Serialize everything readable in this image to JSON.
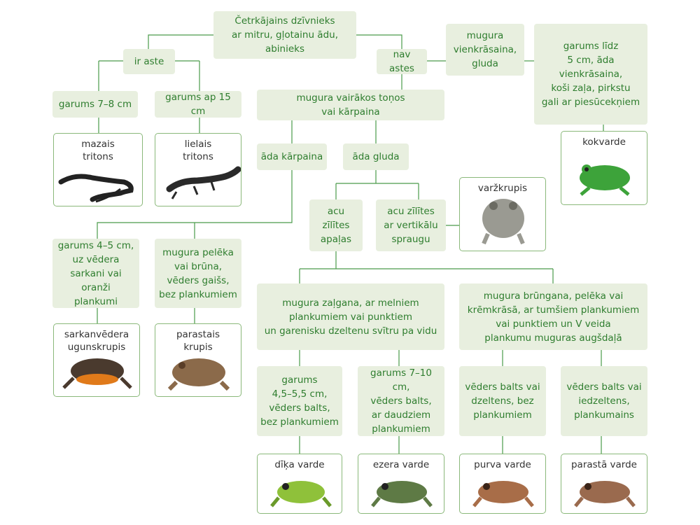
{
  "root": "Četrkājains dzīvnieks\nar mitru, gļotainu ādu,\nabinieks",
  "has_tail": "ir aste",
  "no_tail": "nav astes",
  "tail_short": "garums 7–8 cm",
  "tail_long": "garums ap 15 cm",
  "back_single": "mugura\nvienkrāsaina,\ngluda",
  "treefrog_key": "garums līdz\n5 cm, āda\nvienkrāsaina,\nkoši zaļa, pirkstu\ngali ar piesūcekņiem",
  "back_multi": "mugura vairākos toņos\nvai kārpaina",
  "skin_warty": "āda kārpaina",
  "skin_smooth": "āda gluda",
  "pupil_round": "acu\nzīlītes\napaļas",
  "pupil_vertical": "acu zīlītes\nar vertikālu\nspraugu",
  "warty_small": "garums 4–5 cm,\nuz vēdera\nsarkani vai\noranži\nplankumi",
  "warty_big": "mugura pelēka\nvai brūna,\nvēders gaišs,\nbez plankumiem",
  "green_back": "mugura zaļgana, ar melniem\nplankumiem vai punktiem\nun garenisku dzeltenu svītru pa vidu",
  "brown_back": "mugura brūngana, pelēka vai\nkrēmkrāsā, ar tumšiem plankumiem\nvai punktiem un V veida\nplankumu muguras augšdaļā",
  "len_small": "garums\n4,5–5,5 cm,\nvēders balts,\nbez plankumiem",
  "len_large": "garums 7–10 cm,\nvēders balts,\nar daudziem\nplankumiem",
  "belly_white": "vēders balts vai\ndzeltens, bez\nplankumiem",
  "belly_yellow": "vēders balts vai\niedzeltens,\nplankumains",
  "species": {
    "smooth_newt": "mazais\ntritons",
    "great_newt": "lielais\ntritons",
    "tree_frog": "kokvarde",
    "spadefoot": "varžkrupis",
    "firebelly": "sarkanvēdera\nugunskrupis",
    "common_toad": "parastais\nkrupis",
    "pool_frog": "dīķa varde",
    "marsh_frog": "ezera varde",
    "moor_frog": "purva varde",
    "common_frog": "parastā varde"
  },
  "colors": {
    "box_fill": "#e8efdf",
    "text": "#2e7d2e",
    "line": "#4a9b4a",
    "card_border": "#8ab87a"
  }
}
